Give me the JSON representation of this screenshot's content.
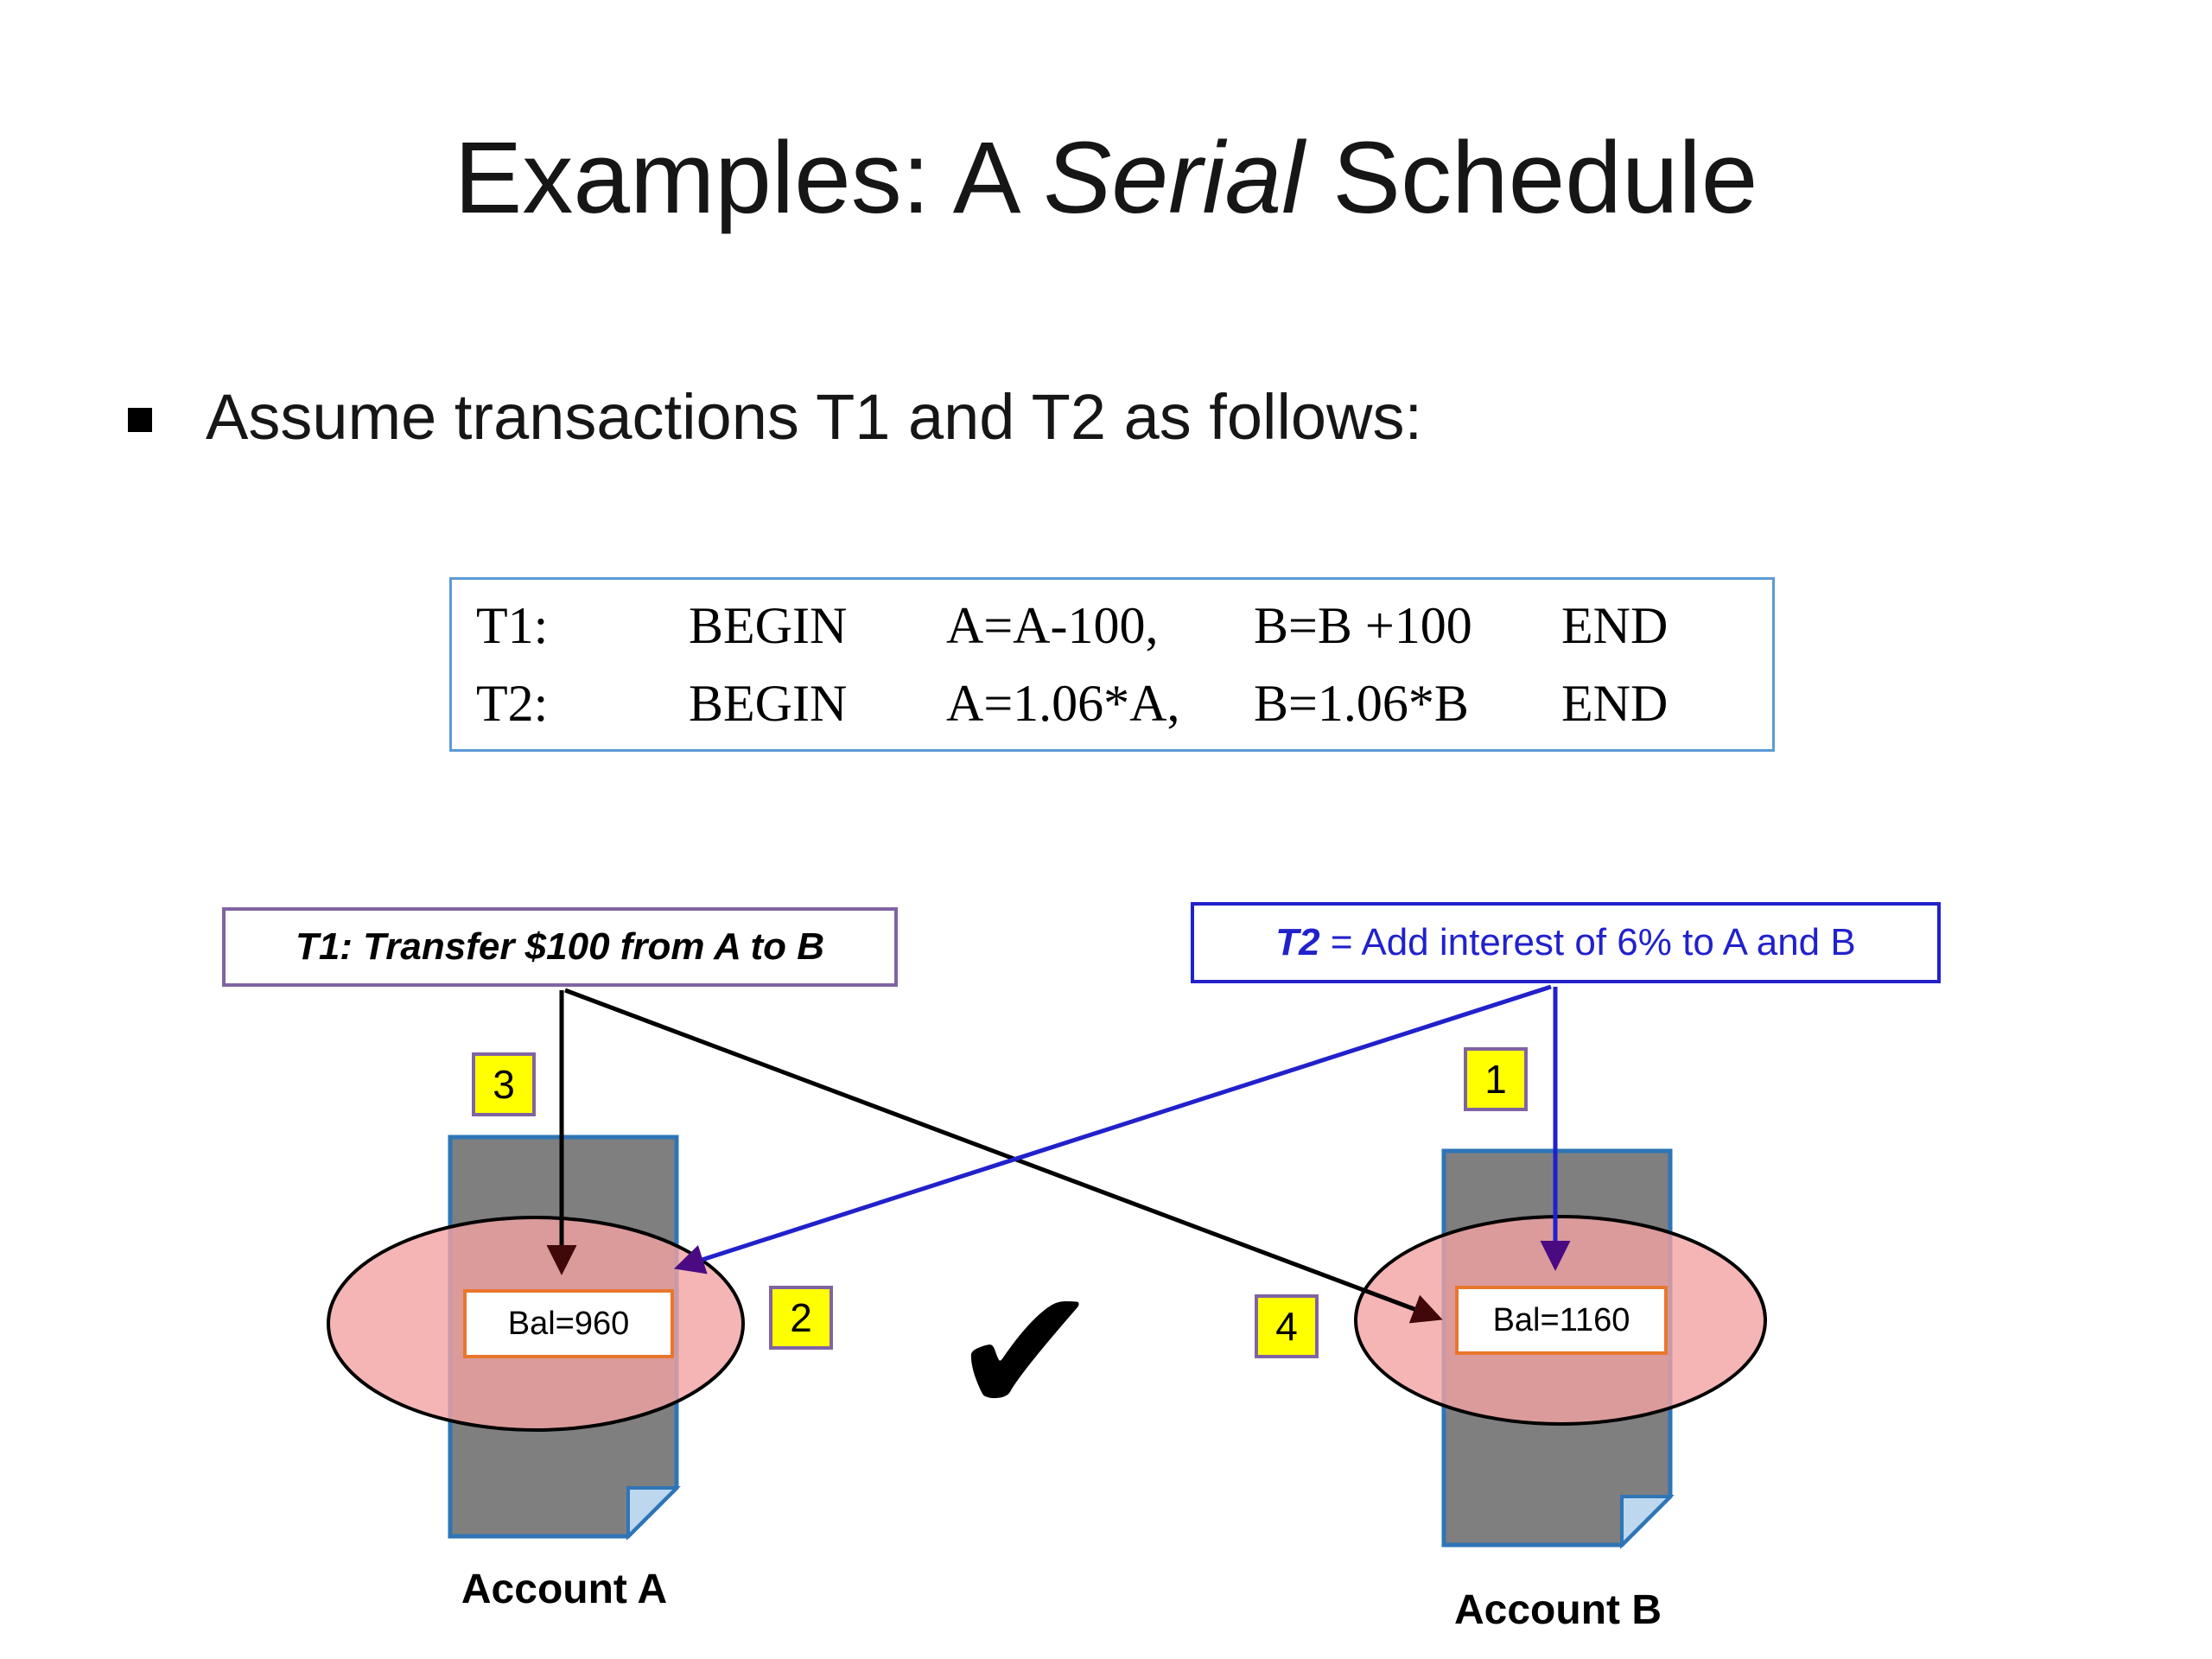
{
  "slide": {
    "title_prefix": "Examples: A ",
    "title_italic": "Serial",
    "title_suffix": " Schedule",
    "bullet_text": "Assume transactions T1 and T2 as follows:"
  },
  "transactions": {
    "rows": [
      {
        "label": "T1:",
        "begin": "BEGIN",
        "op1": "A=A-100,",
        "op2": "B=B +100",
        "end": "END"
      },
      {
        "label": "T2:",
        "begin": "BEGIN",
        "op1": "A=1.06*A,",
        "op2": "B=1.06*B",
        "end": "END"
      }
    ]
  },
  "diagram": {
    "t1_label": "T1: Transfer $100 from A to B",
    "t2_bold": "T2",
    "t2_rest": " = Add interest of 6% to A and B",
    "badges": {
      "b1": "1",
      "b2": "2",
      "b3": "3",
      "b4": "4"
    },
    "account_a": {
      "balance": "Bal=960",
      "label": "Account A"
    },
    "account_b": {
      "balance": "Bal=1160",
      "label": "Account B"
    },
    "checkmark_glyph": "✔"
  },
  "colors": {
    "t2_blue": "#2121CC",
    "t1_purple": "#8064A2",
    "badge_yellow": "#FFFF00",
    "doc_gray": "#7F7F7F",
    "doc_border_blue": "#2E75B6",
    "ellipse_pink": "#F2A3A3",
    "bal_border_orange": "#E8762C",
    "code_box_border": "#5B9BD5",
    "arrow_black": "#000000",
    "arrow_blue": "#2121CC",
    "arrowhead_maroon": "#400808",
    "arrowhead_purple": "#4A0A82"
  }
}
